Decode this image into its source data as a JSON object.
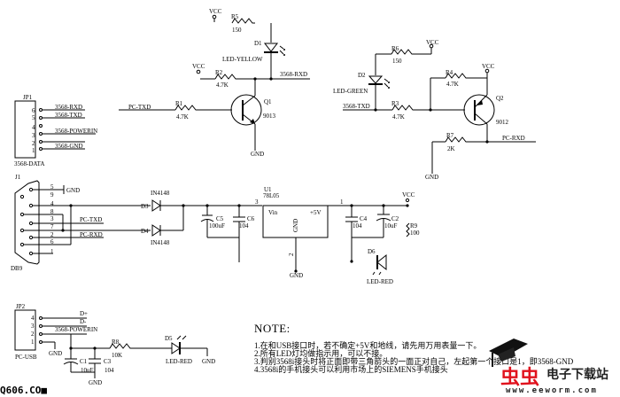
{
  "labels": {
    "vcc": "VCC",
    "gnd": "GND",
    "r5": "R5",
    "r5_val": "150",
    "d1": "D1",
    "d1_type": "LED-YELLOW",
    "r2": "R2",
    "r2_val": "4.7K",
    "net_3568_rxd": "3568-RXD",
    "net_3568_txd": "3568-TXD",
    "net_pc_txd": "PC-TXD",
    "net_pc_rxd": "PC-RXD",
    "r1": "R1",
    "r1_val": "4.7K",
    "q1": "Q1",
    "q1_type": "9013",
    "r6": "R6",
    "r6_val": "150",
    "d2": "D2",
    "d2_type": "LED-GREEN",
    "r3": "R3",
    "r3_val": "4.7K",
    "r4": "R4",
    "r4_val": "4.7K",
    "q2": "Q2",
    "q2_type": "9012",
    "r7": "R7",
    "r7_val": "2K",
    "jp1": "JP1",
    "jp1_name": "3568-DATA",
    "jp1_pins": [
      "6",
      "5",
      "4",
      "3",
      "2",
      "1"
    ],
    "jp1_nets": [
      "3568-RXD",
      "3568-TXD",
      "3568-POWERIN",
      "3568-GND"
    ],
    "j1": "J1",
    "j1_name": "DB9",
    "j1_pins": [
      "5",
      "9",
      "4",
      "8",
      "3",
      "7",
      "2",
      "6",
      "1"
    ],
    "d3": "D3",
    "d4": "D4",
    "diode_type": "IN4148",
    "c5": "C5",
    "c5_val": "100uF",
    "c6": "C6",
    "c6_val": "104",
    "u1": "U1",
    "u1_type": "78L05",
    "u1_vin": "Vin",
    "u1_out": "+5V",
    "u1_gnd": "GND",
    "u1_pin1": "1",
    "u1_pin2": "2",
    "u1_pin3": "3",
    "c4": "C4",
    "c4_val": "104",
    "c2": "C2",
    "c2_val": "10uF",
    "r9": "R9",
    "r9_val": "100",
    "d6": "D6",
    "d6_type": "LED-RED",
    "jp2": "JP2",
    "jp2_name": "PC-USB",
    "jp2_pins": [
      "4",
      "3",
      "2",
      "1"
    ],
    "jp2_nets": [
      "D+",
      "D-",
      "3568-POWERIN"
    ],
    "r8": "R8",
    "r8_val": "10K",
    "d5": "D5",
    "d5_type": "LED-RED",
    "c1": "C1",
    "c1_val": "10uF",
    "c3": "C3",
    "c3_val": "104"
  },
  "note": {
    "title": "NOTE:",
    "lines": [
      "1.在和USB接口时，若不确定+5V和地线，请先用万用表量一下。",
      "2.所有LED灯均做指示用，可以不接。",
      "3.判别3568i接头时将正面即带三角箭头的一面正对自己，左起第一个接口是1，即3568-GND",
      "4.3568i的手机接头可以利用市场上的SIEMENS手机接头"
    ]
  },
  "watermarks": {
    "left": "Q606.CO■",
    "brand_icon": "虫虫",
    "brand_name": "电子下载站",
    "brand_url": "www.eeworm.com"
  }
}
